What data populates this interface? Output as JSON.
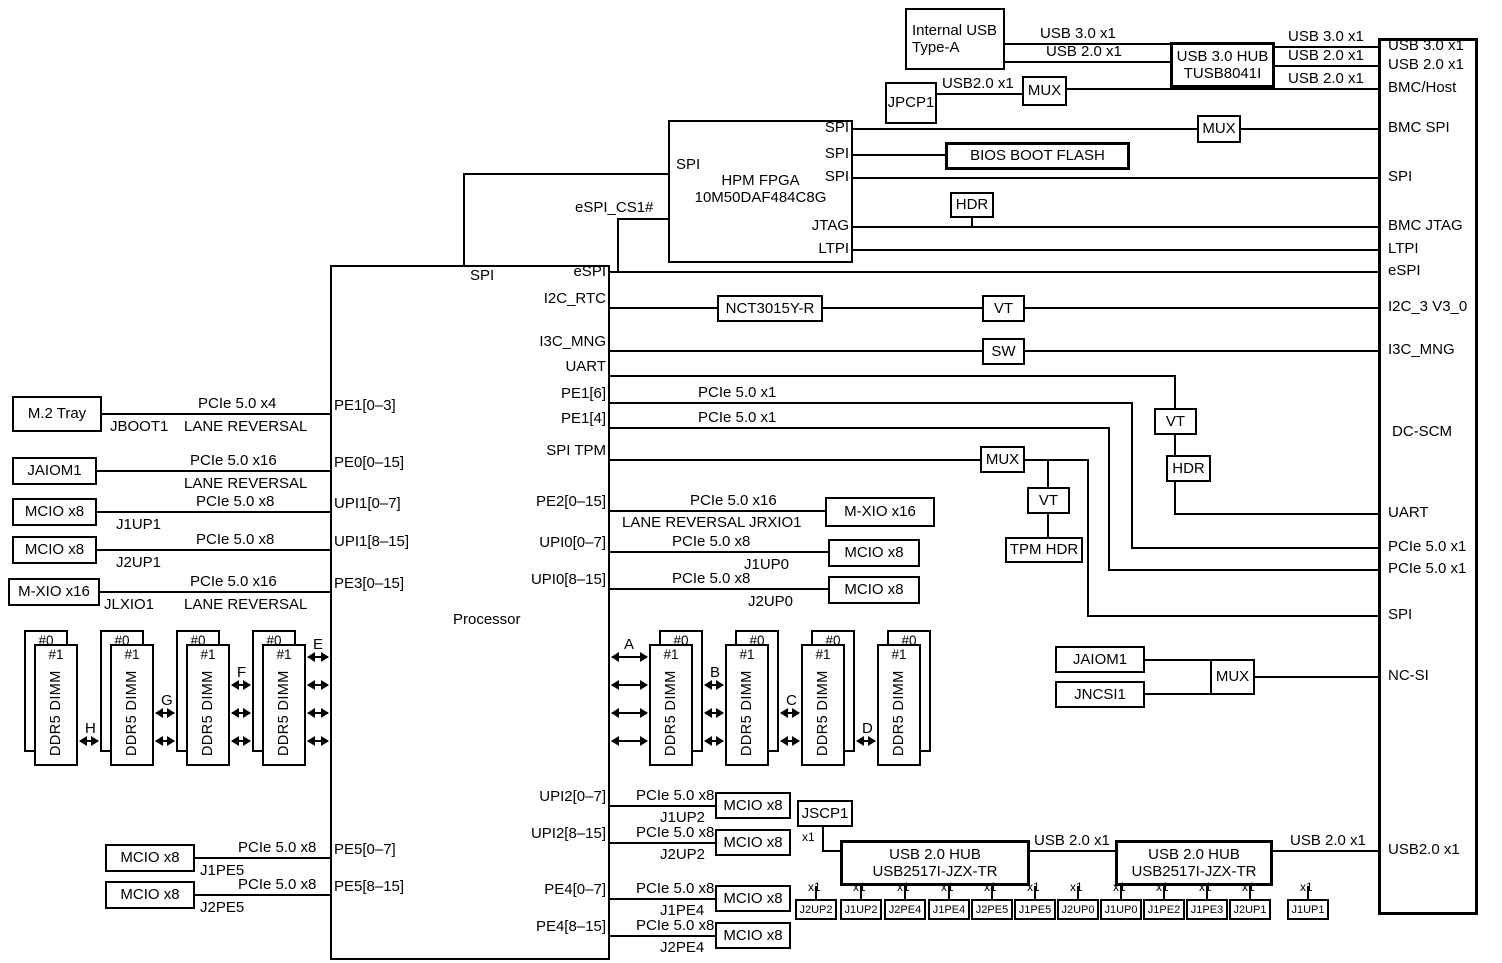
{
  "processor": {
    "label": "Processor",
    "pins_left": [
      "PE1[0–3]",
      "PE0[0–15]",
      "UPI1[0–7]",
      "UPI1[8–15]",
      "PE3[0–15]",
      "PE5[0–7]",
      "PE5[8–15]"
    ],
    "pins_right": [
      "SPI",
      "eSPI",
      "I2C_RTC",
      "I3C_MNG",
      "UART",
      "PE1[6]",
      "PE1[4]",
      "SPI TPM",
      "PE2[0–15]",
      "UPI0[0–7]",
      "UPI0[8–15]",
      "UPI2[0–7]",
      "UPI2[8–15]",
      "PE4[0–7]",
      "PE4[8–15]"
    ]
  },
  "fpga": {
    "name1": "HPM FPGA",
    "name2": "10M50DAF484C8G",
    "pin_spi": "SPI",
    "pin_espi_cs": "eSPI_CS1#",
    "pins_right": [
      "SPI",
      "SPI",
      "SPI",
      "JTAG",
      "LTPI"
    ]
  },
  "top_usb": {
    "internal1": "Internal USB",
    "internal2": "Type-A",
    "hub_line1": "USB 3.0 HUB",
    "hub_line2": "TUSB8041I",
    "jpcp1": "JPCP1",
    "mux": "MUX",
    "lbl_usb30_in": "USB 3.0 x1",
    "lbl_usb20_in": "USB 2.0 x1",
    "lbl_usb30_out": "USB 3.0 x1",
    "lbl_usb20_out": "USB 2.0 x1",
    "lbl_usb20_host": "USB 2.0 x1",
    "lbl_usb20_jpcp": "USB2.0 x1"
  },
  "bmc_spi_mux": "MUX",
  "bios_flash": "BIOS BOOT FLASH",
  "jtag_hdr": "HDR",
  "i2c": {
    "chip": "NCT3015Y-R",
    "vt": "VT"
  },
  "i3c": {
    "sw": "SW"
  },
  "uart": {
    "vt": "VT",
    "hdr": "HDR"
  },
  "pcie_x1_a": "PCIe 5.0 x1",
  "pcie_x1_b": "PCIe 5.0 x1",
  "tpm": {
    "mux": "MUX",
    "vt": "VT",
    "hdr": "TPM HDR"
  },
  "left_devices": [
    {
      "box": "M.2 Tray",
      "bus": "PCIe 5.0 x4",
      "conn": "JBOOT1",
      "extra": "LANE REVERSAL"
    },
    {
      "box": "JAIOM1",
      "bus": "PCIe 5.0 x16",
      "extra": "LANE REVERSAL"
    },
    {
      "box": "MCIO x8",
      "bus": "PCIe 5.0 x8",
      "conn": "J1UP1"
    },
    {
      "box": "MCIO x8",
      "bus": "PCIe 5.0 x8",
      "conn": "J2UP1"
    },
    {
      "box": "M-XIO x16",
      "bus": "PCIe 5.0 x16",
      "conn": "JLXIO1",
      "extra": "LANE REVERSAL"
    },
    {
      "box": "MCIO x8",
      "bus": "PCIe 5.0 x8",
      "conn": "J1PE5"
    },
    {
      "box": "MCIO x8",
      "bus": "PCIe 5.0 x8",
      "conn": "J2PE5"
    }
  ],
  "right_devices": [
    {
      "box": "M-XIO x16",
      "bus": "PCIe 5.0 x16",
      "conn": "LANE REVERSAL JRXIO1"
    },
    {
      "box": "MCIO x8",
      "bus": "PCIe 5.0 x8",
      "conn": "J1UP0"
    },
    {
      "box": "MCIO x8",
      "bus": "PCIe 5.0 x8",
      "conn": "J2UP0"
    },
    {
      "box": "MCIO x8",
      "bus": "PCIe 5.0 x8",
      "conn": "J1UP2"
    },
    {
      "box": "MCIO x8",
      "bus": "PCIe 5.0 x8",
      "conn": "J2UP2"
    },
    {
      "box": "MCIO x8",
      "bus": "PCIe 5.0 x8",
      "conn": "J1PE4"
    },
    {
      "box": "MCIO x8",
      "bus": "PCIe 5.0 x8",
      "conn": "J2PE4"
    }
  ],
  "dimm": {
    "back": "#0",
    "front": "#1",
    "name": "DDR5 DIMM",
    "letters_left": [
      "E",
      "F",
      "G",
      "H"
    ],
    "letters_right": [
      "A",
      "B",
      "C",
      "D"
    ]
  },
  "ncsi": {
    "jaiom1": "JAIOM1",
    "jncsi1": "JNCSI1",
    "mux": "MUX"
  },
  "bottom_usb": {
    "jscp1": "JSCP1",
    "x1": "x1",
    "hub_line1": "USB 2.0 HUB",
    "hub_line2": "USB2517I-JZX-TR",
    "link1": "USB 2.0 x1",
    "link2": "USB 2.0 x1",
    "ports": [
      "J2UP2",
      "J1UP2",
      "J2PE4",
      "J1PE4",
      "J2PE5",
      "J1PE5",
      "J2UP0",
      "J1UP0",
      "J1PE2",
      "J1PE3",
      "J2UP1",
      "J1UP1"
    ]
  },
  "dcscm": {
    "labels": [
      "USB 3.0 x1",
      "USB 2.0 x1",
      "BMC/Host",
      "BMC SPI",
      "SPI",
      "BMC JTAG",
      "LTPI",
      "eSPI",
      "I2C_3 V3_0",
      "I3C_MNG",
      "DC-SCM",
      "UART",
      "PCIe 5.0 x1",
      "PCIe 5.0 x1",
      "SPI",
      "NC-SI",
      "USB2.0 x1"
    ]
  }
}
